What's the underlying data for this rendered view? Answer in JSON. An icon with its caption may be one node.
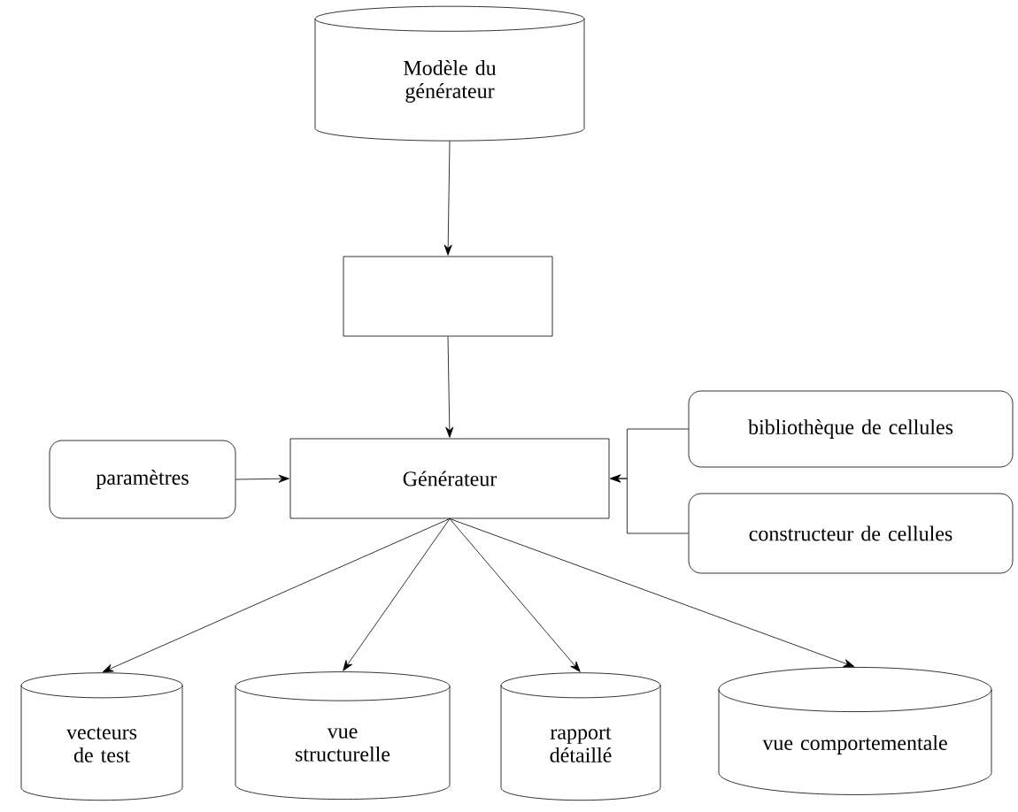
{
  "diagram": {
    "nodes": [
      {
        "text": [
          "Modèle du générateur"
        ]
      },
      {
        "text": [],
        "shape": "box"
      },
      {
        "text": [
          "Générateur"
        ]
      },
      {
        "text": [
          "paramètres"
        ]
      },
      {
        "text": [
          "bibliothèque de cellules"
        ]
      },
      {
        "text": [
          "constructeur de cellules"
        ]
      },
      {
        "text": [
          "vecteurs de test"
        ]
      },
      {
        "text": [
          "vue structurelle"
        ]
      },
      {
        "text": [
          "rapport détaillé"
        ]
      },
      {
        "text": [
          "vue comportementale"
        ]
      }
    ],
    "edges": [
      {
        "from": 0,
        "to": 1,
        "arrow": "to"
      },
      {
        "from": 1,
        "to": 2,
        "arrow": "to"
      },
      {
        "from": 3,
        "to": 2,
        "arrow": "to"
      },
      {
        "from": 4,
        "to": 2,
        "arrow": "to"
      },
      {
        "from": 5,
        "to": 2,
        "arrow": "to"
      },
      {
        "from": 2,
        "to": 6,
        "arrow": "to"
      },
      {
        "from": 2,
        "to": 7,
        "arrow": "to"
      },
      {
        "from": 2,
        "to": 8,
        "arrow": "to"
      },
      {
        "from": 2,
        "to": 9,
        "arrow": "to"
      }
    ]
  }
}
